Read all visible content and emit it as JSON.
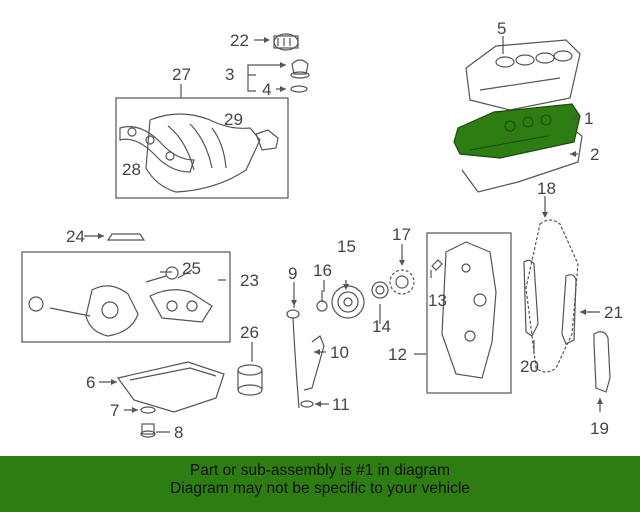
{
  "callouts": {
    "c1": "1",
    "c2": "2",
    "c3": "3",
    "c4": "4",
    "c5": "5",
    "c6": "6",
    "c7": "7",
    "c8": "8",
    "c9": "9",
    "c10": "10",
    "c11": "11",
    "c12": "12",
    "c13": "13",
    "c14": "14",
    "c15": "15",
    "c16": "16",
    "c17": "17",
    "c18": "18",
    "c19": "19",
    "c20": "20",
    "c21": "21",
    "c22": "22",
    "c23": "23",
    "c24": "24",
    "c25": "25",
    "c26": "26",
    "c27": "27",
    "c28": "28",
    "c29": "29"
  },
  "highlight_part": "1",
  "colors": {
    "highlight": "#2e7d12",
    "line": "#555555",
    "banner": "#2e7d12"
  },
  "banner": {
    "line1": "Part or sub-assembly is #1 in diagram",
    "line2": "Diagram may not be specific to your vehicle"
  }
}
